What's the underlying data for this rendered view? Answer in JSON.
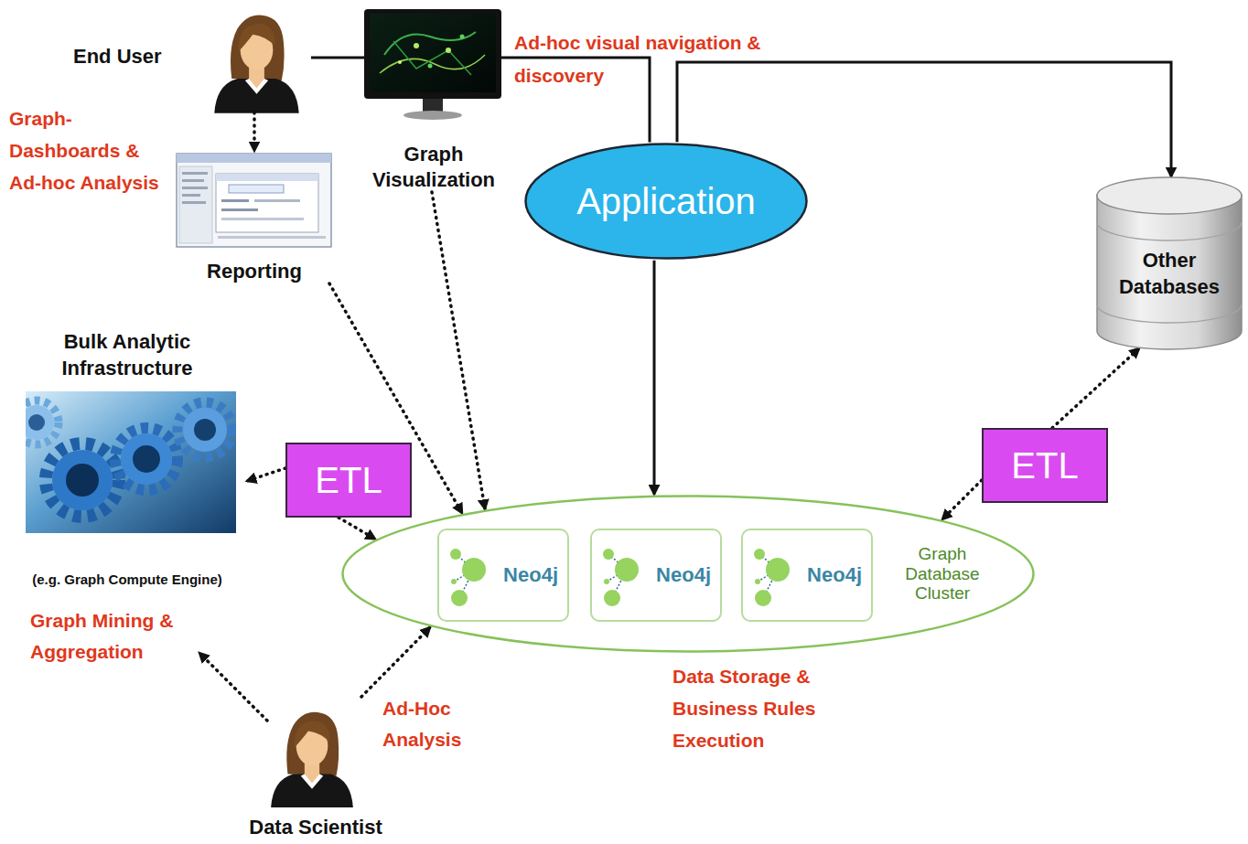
{
  "diagram": {
    "nodes": [
      {
        "text": [
          "End User"
        ]
      },
      {
        "text": [
          "Graph Visualization"
        ]
      },
      {
        "text": [
          "Application"
        ]
      },
      {
        "text": [
          "Other Databases"
        ]
      },
      {
        "text": [
          "Reporting"
        ]
      },
      {
        "text": [
          "Bulk Analytic Infrastructure",
          "(e.g. Graph Compute Engine)"
        ]
      },
      {
        "text": [
          "ETL"
        ]
      },
      {
        "text": [
          "ETL"
        ]
      },
      {
        "text": [
          "Graph Database Cluster"
        ]
      },
      {
        "text": [
          "Neo4j"
        ],
        "in": 8
      },
      {
        "text": [
          "Neo4j"
        ],
        "in": 8
      },
      {
        "text": [
          "Neo4j"
        ],
        "in": 8
      },
      {
        "text": [
          "Data Scientist"
        ]
      }
    ],
    "edges": [
      {
        "from": 0,
        "to": 2,
        "arrow": "none"
      },
      {
        "from": 2,
        "to": 3,
        "arrow": "to"
      },
      {
        "from": 2,
        "to": 8,
        "arrow": "to"
      },
      {
        "from": 0,
        "to": 4,
        "arrow": "to"
      },
      {
        "from": 4,
        "to": 8,
        "arrow": "to"
      },
      {
        "from": 1,
        "to": 8,
        "arrow": "to"
      },
      {
        "from": 6,
        "to": 5,
        "arrow": "to"
      },
      {
        "from": 6,
        "to": 8,
        "arrow": "to"
      },
      {
        "from": 7,
        "to": 3,
        "arrow": "to"
      },
      {
        "from": 7,
        "to": 8,
        "arrow": "to"
      },
      {
        "from": 12,
        "to": 8,
        "arrow": "to"
      }
    ],
    "labels": [
      "Graph-Dashboards & Ad-hoc Analysis",
      "Ad-hoc visual navigation & discovery",
      "Graph Mining & Aggregation",
      "Ad-Hoc Analysis",
      "Data Storage & Business Rules Execution"
    ]
  }
}
